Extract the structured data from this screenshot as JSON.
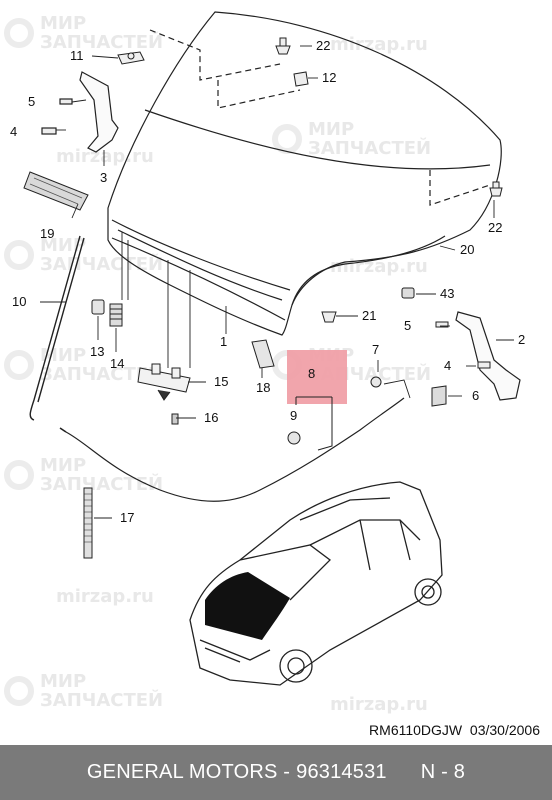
{
  "watermark": {
    "brand_line1": "МИР",
    "brand_line2": "ЗАПЧАСТЕЙ",
    "url": "mirzap.ru"
  },
  "callouts": {
    "c1": "1",
    "c2": "2",
    "c3": "3",
    "c4a": "4",
    "c4b": "4",
    "c5a": "5",
    "c5b": "5",
    "c6": "6",
    "c7": "7",
    "c8": "8",
    "c9": "9",
    "c10": "10",
    "c11": "11",
    "c12": "12",
    "c13": "13",
    "c14": "14",
    "c15": "15",
    "c16": "16",
    "c17": "17",
    "c18": "18",
    "c19": "19",
    "c20": "20",
    "c21": "21",
    "c22a": "22",
    "c22b": "22",
    "c43": "43"
  },
  "highlight_color": "#f0a0a8",
  "reference": {
    "code": "RM6110DGJW",
    "date": "03/30/2006"
  },
  "footer": {
    "maker": "GENERAL MOTORS -",
    "part_number": "96314531",
    "page": "N - 8"
  }
}
